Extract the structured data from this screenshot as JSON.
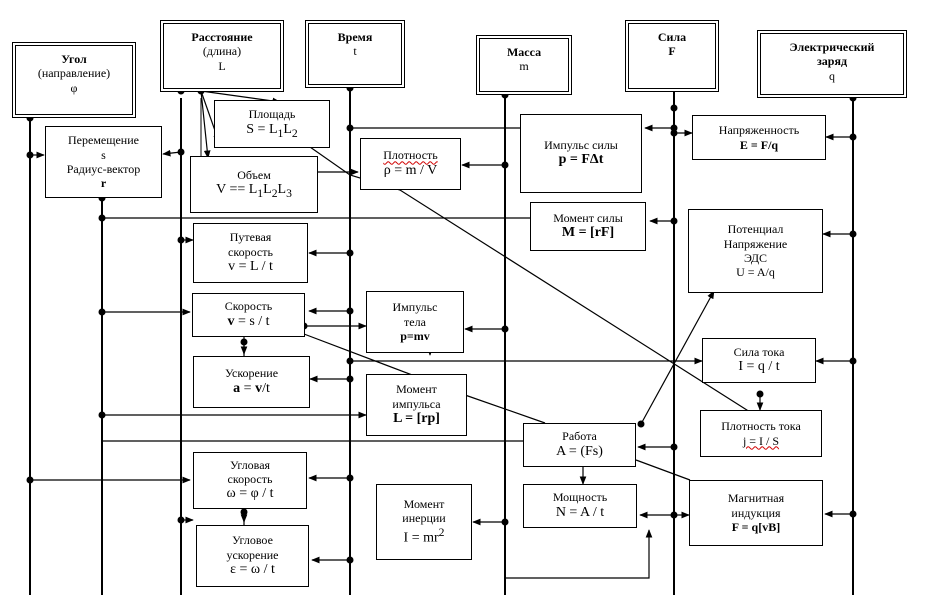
{
  "base": {
    "angle": {
      "title": "Угол",
      "sub": "(направление)",
      "sym": "φ"
    },
    "distance": {
      "title": "Расстояние",
      "sub": "(длина)",
      "sym": "L"
    },
    "time": {
      "title": "Время",
      "sym": "t"
    },
    "mass": {
      "title": "Масса",
      "sym": "m"
    },
    "force": {
      "title": "Сила",
      "sym": "F"
    },
    "charge": {
      "title": "Электрический",
      "title2": "заряд",
      "sym": "q"
    }
  },
  "derived": {
    "displacement": {
      "l1": "Перемещение",
      "l2": "s",
      "l3": "Радиус-вектор",
      "l4": "r"
    },
    "area": {
      "name": "Площадь",
      "formula": "S = L",
      "s1": "1",
      "mid": "L",
      "s2": "2"
    },
    "volume": {
      "name": "Объем",
      "formula": "V == L",
      "s1": "1",
      "m1": "L",
      "s2": "2",
      "m2": "L",
      "s3": "3"
    },
    "density": {
      "name": "Плотность",
      "formula": "ρ = m / V"
    },
    "path_speed": {
      "l1": "Путевая",
      "l2": "скорость",
      "formula": "v = L / t"
    },
    "velocity": {
      "name": "Скорость",
      "formula_b": "v",
      "formula": " = s / t"
    },
    "acceleration": {
      "name": "Ускорение",
      "formula_b1": "a",
      "formula_m": " = ",
      "formula_b2": "v",
      "formula_e": "/t"
    },
    "momentum": {
      "l1": "Импульс",
      "l2": "тела",
      "formula": "p=mv"
    },
    "ang_momentum": {
      "l1": "Момент",
      "l2": "импульса",
      "formula": "L = [rp]"
    },
    "ang_speed": {
      "l1": "Угловая",
      "l2": "скорость",
      "formula": "ω = φ / t"
    },
    "ang_accel": {
      "l1": "Угловое",
      "l2": "ускорение",
      "formula": "ε = ω / t"
    },
    "inertia": {
      "l1": "Момент",
      "l2": "инерции",
      "formula": "I = mr",
      "sup": "2"
    },
    "impulse": {
      "name": "Импульс силы",
      "formula": "p = FΔt"
    },
    "torque": {
      "name": "Момент силы",
      "formula": "M = [rF]"
    },
    "work": {
      "name": "Работа",
      "formula": "A = (Fs)"
    },
    "power": {
      "name": "Мощность",
      "formula": "N = A / t"
    },
    "field": {
      "name": "Напряженность",
      "formula": "E = F/q"
    },
    "potential": {
      "l1": "Потенциал",
      "l2": "Напряжение",
      "l3": "ЭДС",
      "formula": "U = A/q"
    },
    "current": {
      "name": "Сила тока",
      "formula": "I = q / t"
    },
    "cur_density": {
      "name": "Плотность тока",
      "formula": "j = I / S"
    },
    "magnetic": {
      "l1": "Магнитная",
      "l2": "индукция",
      "formula": "F = q[vB]"
    }
  },
  "colors": {
    "line": "#000000",
    "spell_mark": "#d00000"
  }
}
